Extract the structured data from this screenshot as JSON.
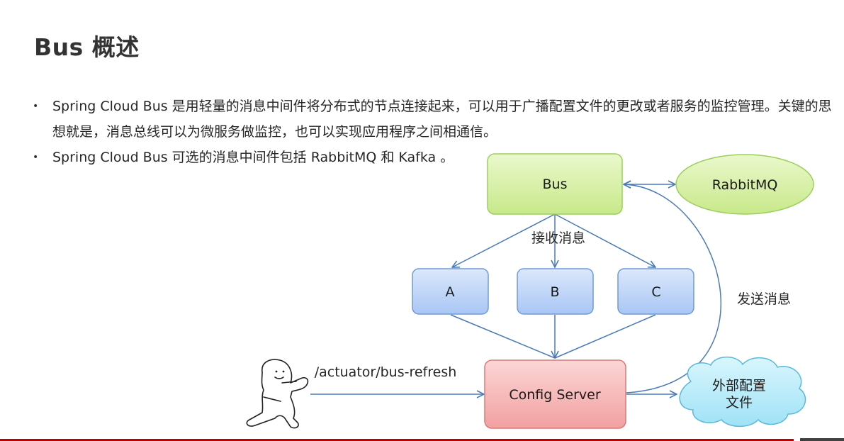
{
  "title": "Bus 概述",
  "bullets": [
    "Spring Cloud Bus 是用轻量的消息中间件将分布式的节点连接起来，可以用于广播配置文件的更改或者服务的监控管理。关键的思想就是，消息总线可以为微服务做监控，也可以实现应用程序之间相通信。",
    "Spring Cloud Bus 可选的消息中间件包括 RabbitMQ 和  Kafka 。"
  ],
  "diagram": {
    "nodes": {
      "bus": "Bus",
      "rabbitmq": "RabbitMQ",
      "a": "A",
      "b": "B",
      "c": "C",
      "config_server": "Config Server",
      "external_config_line1": "外部配置",
      "external_config_line2": "文件"
    },
    "labels": {
      "receive": "接收消息",
      "send": "发送消息",
      "refresh_endpoint": "/actuator/bus-refresh"
    }
  },
  "colors": {
    "bus_fill": "#d7f0a4",
    "service_fill": "#bcd3f8",
    "config_fill": "#f7b8b8",
    "cloud_fill": "#bfeefb",
    "arrow": "#4a7ab8",
    "footer": "#c00000"
  }
}
